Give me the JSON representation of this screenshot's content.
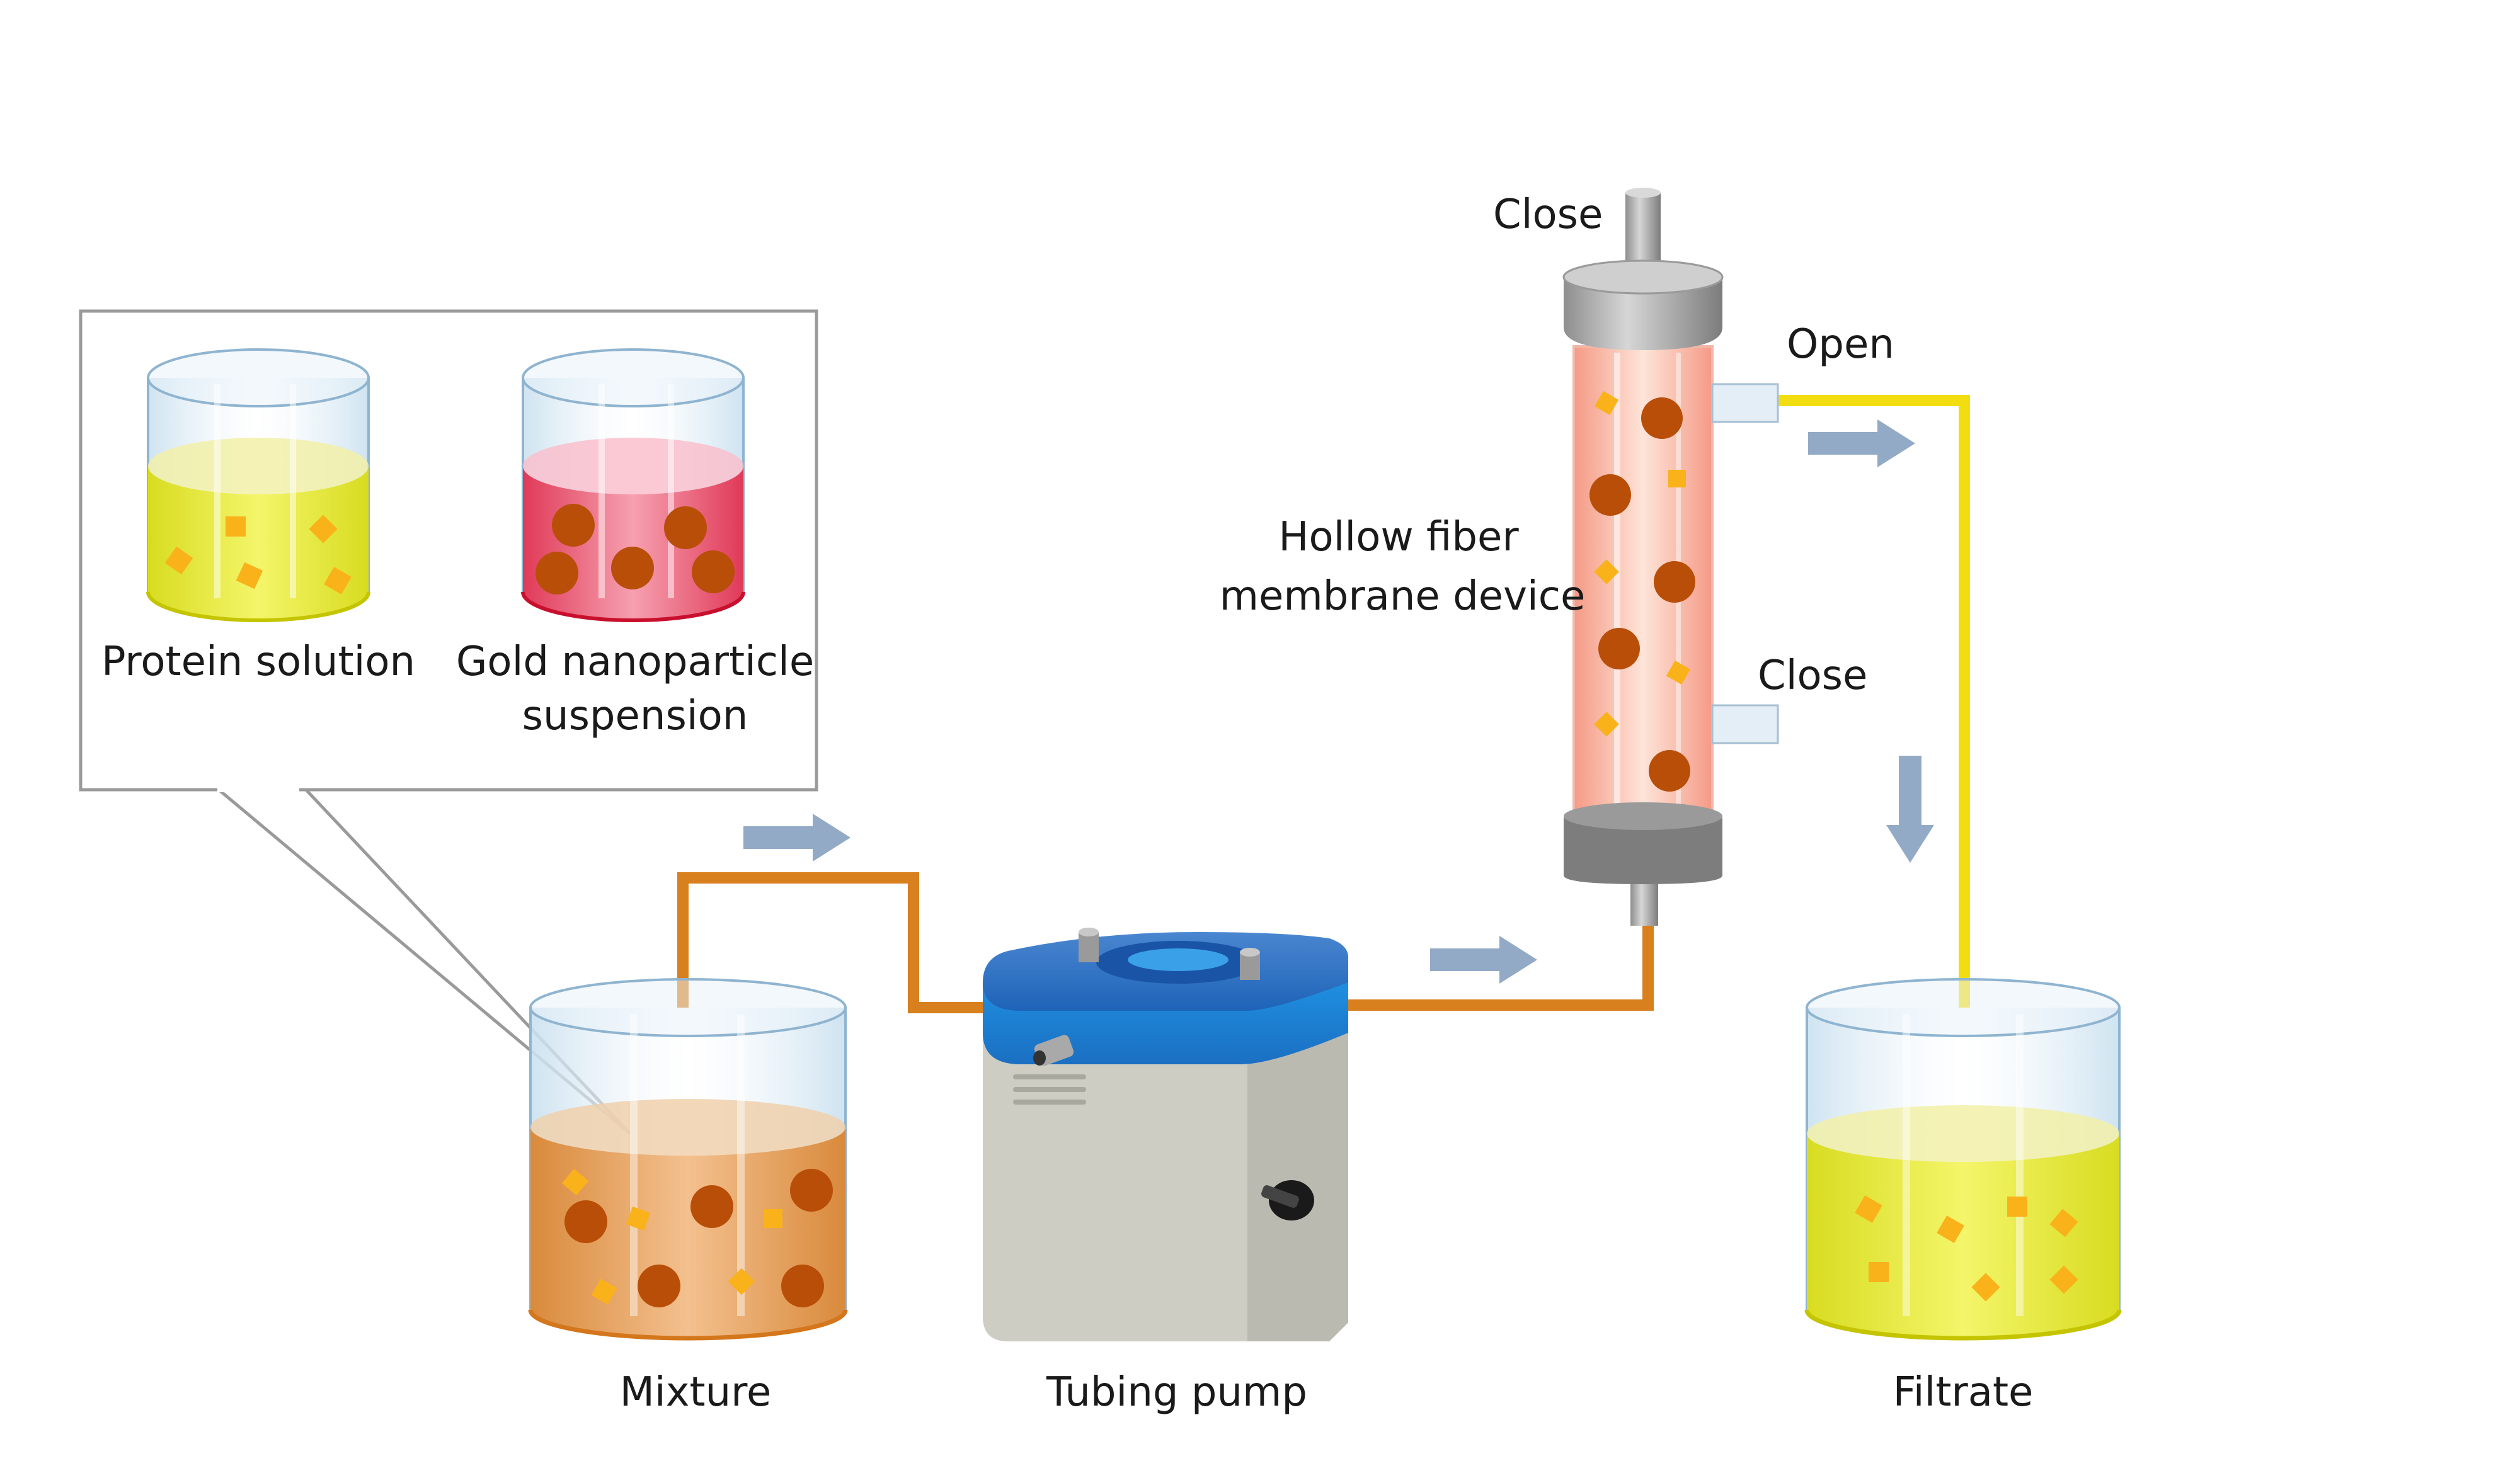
{
  "labels": {
    "protein_solution": "Protein solution",
    "gold_line1": "Gold nanoparticle",
    "gold_line2": "suspension",
    "mixture": "Mixture",
    "tubing_pump": "Tubing pump",
    "filtrate": "Filtrate",
    "hollow_line1": "Hollow fiber",
    "hollow_line2": "membrane device",
    "close_top": "Close",
    "open_port": "Open",
    "close_port": "Close"
  },
  "colors": {
    "protein_liquid": "#eef048",
    "gold_liquid": "#f0728a",
    "mixture_liquid": "#e8a25c",
    "filtrate_liquid": "#eef048",
    "nanoparticle": "#b84e08",
    "protein_particle": "#f9b21a",
    "tube_orange": "#d8801e",
    "tube_yellow": "#f2de10",
    "flow_arrow": "#93aac6",
    "pump_top": "#2a78c8",
    "pump_body": "#c8c8bd"
  }
}
